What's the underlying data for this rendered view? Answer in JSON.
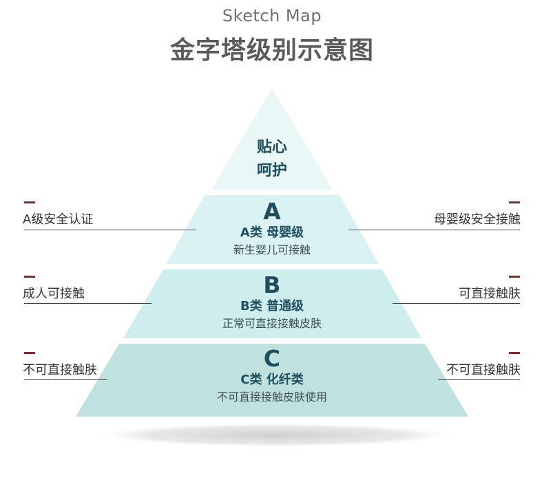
{
  "header": {
    "subtitle": "Sketch Map",
    "title": "金字塔级别示意图"
  },
  "pyramid": {
    "top": {
      "line1": "贴心",
      "line2": "呵护"
    },
    "tiers": [
      {
        "letter": "A",
        "class_label": "A类 母婴级",
        "description": "新生婴儿可接触",
        "left_label": "A级安全认证",
        "right_label": "母婴级安全接触"
      },
      {
        "letter": "B",
        "class_label": "B类 普通级",
        "description": "正常可直接接触皮肤",
        "left_label": "成人可接触",
        "right_label": "可直接触肤"
      },
      {
        "letter": "C",
        "class_label": "C类 化纤类",
        "description": "不可直接接触皮肤使用",
        "left_label": "不可直接触肤",
        "right_label": "不可直接触肤"
      }
    ]
  },
  "colors": {
    "tier_top": "#eaf7f7",
    "tier_a": "#daf3f2",
    "tier_b": "#cdeeed",
    "tier_c": "#bfe2df",
    "text_dark": "#1f4f5f",
    "accent_dash": "#7a2e2e"
  }
}
